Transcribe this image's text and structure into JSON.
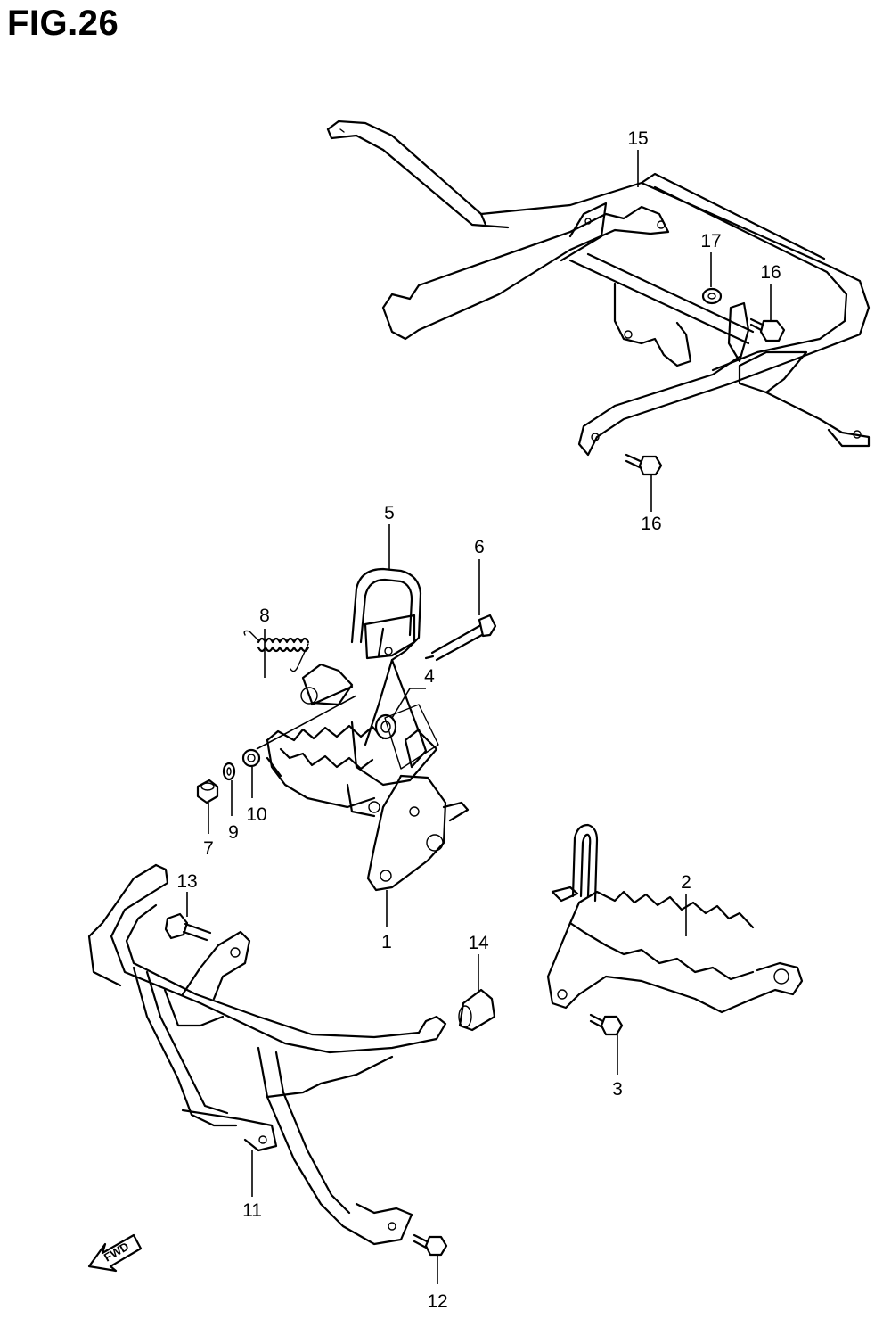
{
  "figure": {
    "title": "FIG.26",
    "fwd_label": "FWD"
  },
  "callouts": [
    {
      "id": "c1",
      "label": "1"
    },
    {
      "id": "c2",
      "label": "2"
    },
    {
      "id": "c3",
      "label": "3"
    },
    {
      "id": "c4",
      "label": "4"
    },
    {
      "id": "c5",
      "label": "5"
    },
    {
      "id": "c6",
      "label": "6"
    },
    {
      "id": "c7",
      "label": "7"
    },
    {
      "id": "c8",
      "label": "8"
    },
    {
      "id": "c9",
      "label": "9"
    },
    {
      "id": "c10",
      "label": "10"
    },
    {
      "id": "c11",
      "label": "11"
    },
    {
      "id": "c12",
      "label": "12"
    },
    {
      "id": "c13",
      "label": "13"
    },
    {
      "id": "c14",
      "label": "14"
    },
    {
      "id": "c15",
      "label": "15"
    },
    {
      "id": "c16a",
      "label": "16"
    },
    {
      "id": "c16b",
      "label": "16"
    },
    {
      "id": "c17",
      "label": "17"
    }
  ]
}
